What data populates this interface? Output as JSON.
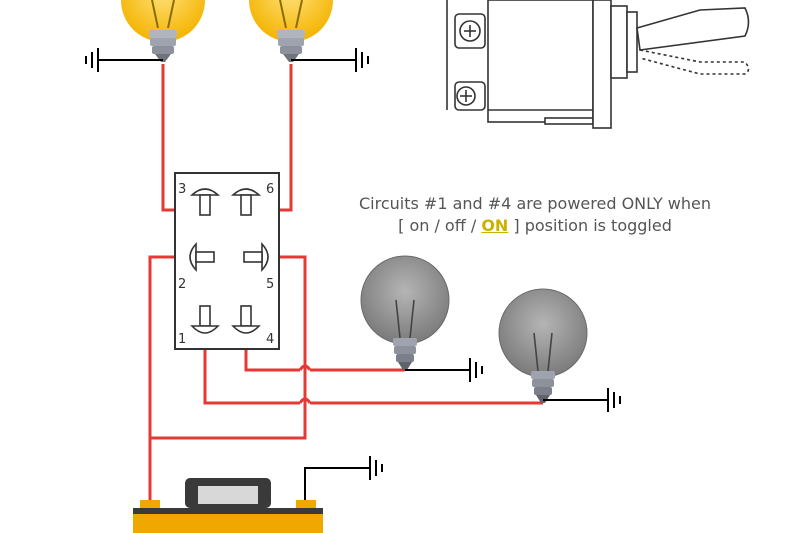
{
  "caption": {
    "line1": "Circuits #1 and #4 are powered ONLY when",
    "line2_open": "[ on / off / ",
    "line2_highlight": "ON",
    "line2_close": " ] position is toggled",
    "highlight_color": "#c9b300"
  },
  "switch_pins": [
    "3",
    "6",
    "2",
    "5",
    "1",
    "4"
  ],
  "colors": {
    "wire": "#e53935",
    "ground": "#000000",
    "bulb_lit": "#f9c23c",
    "bulb_unlit": "#8a8a8a",
    "battery": "#f0a800"
  },
  "icons": [
    "lit-bulb-icon",
    "unlit-bulb-icon",
    "ground-icon",
    "battery-icon",
    "toggle-switch-icon"
  ]
}
